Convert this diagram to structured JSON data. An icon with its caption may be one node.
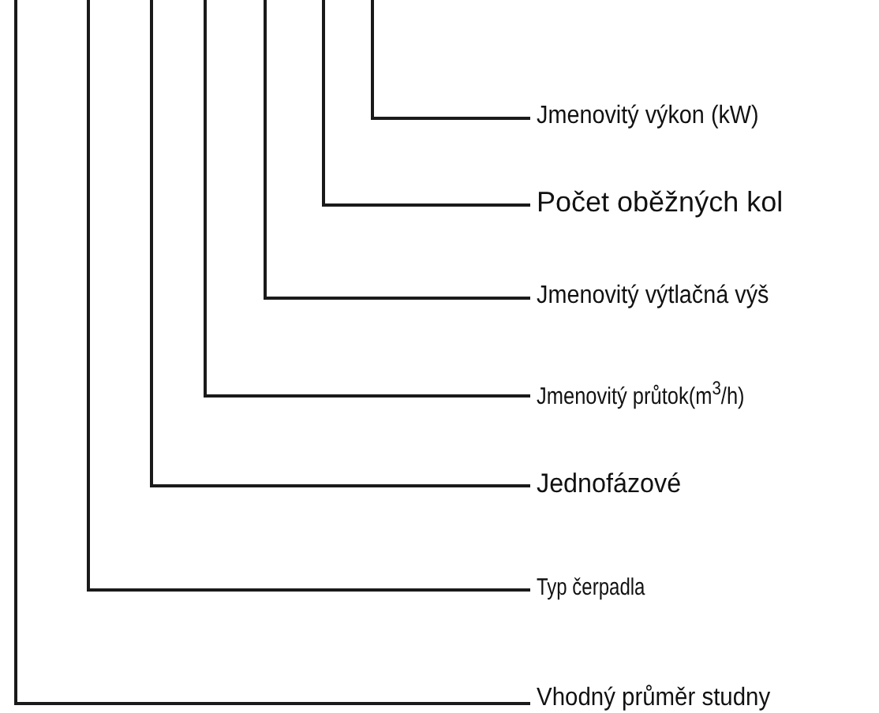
{
  "diagram": {
    "nodes": [
      {
        "text": [
          "Jmenovitý výkon (kW)"
        ]
      },
      {
        "text": [
          "Počet oběžných kol"
        ]
      },
      {
        "text": [
          "Jmenovitý výtlačná výš"
        ]
      },
      {
        "text": [
          "Jmenovitý průtok(m$^{3}$/h)"
        ]
      },
      {
        "text": [
          "Jednofázové"
        ]
      },
      {
        "text": [
          "Typ čerpadla"
        ]
      },
      {
        "text": [
          "Vhodný průměr studny"
        ]
      }
    ],
    "edges": [
      {
        "from": 0,
        "to": null,
        "arrow": "none"
      },
      {
        "from": 1,
        "to": null,
        "arrow": "none"
      },
      {
        "from": 2,
        "to": null,
        "arrow": "none"
      },
      {
        "from": 3,
        "to": null,
        "arrow": "none"
      },
      {
        "from": 4,
        "to": null,
        "arrow": "none"
      },
      {
        "from": 5,
        "to": null,
        "arrow": "none"
      },
      {
        "from": 6,
        "to": null,
        "arrow": "none"
      }
    ]
  }
}
